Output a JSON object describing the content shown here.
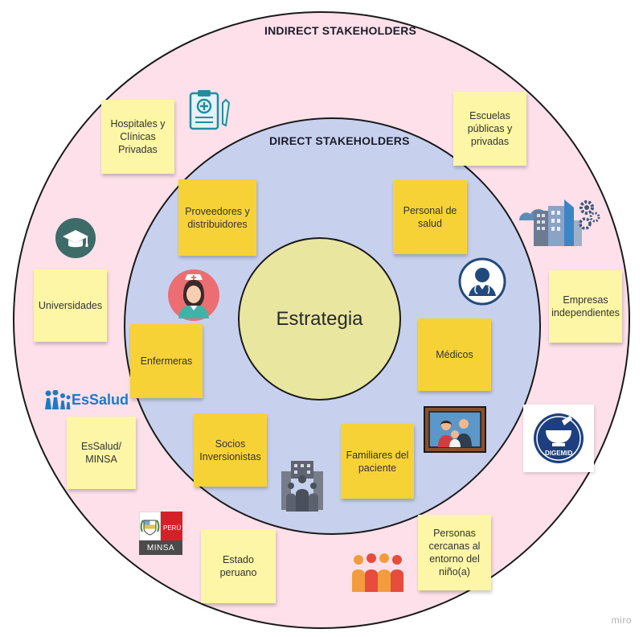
{
  "rings": {
    "indirect_title": "INDIRECT STAKEHOLDERS",
    "direct_title": "DIRECT STAKEHOLDERS",
    "center_label": "Estrategia"
  },
  "indirect_notes": {
    "hospitales": "Hospitales y Clínicas Privadas",
    "escuelas": "Escuelas públicas y privadas",
    "universidades": "Universidades",
    "empresas": "Empresas independientes",
    "essalud_minsa": "EsSalud/ MINSA",
    "estado": "Estado peruano",
    "personas": "Personas cercanas al entorno del niño(a)"
  },
  "direct_notes": {
    "proveedores": "Proveedores y distribuidores",
    "personal_salud": "Personal de salud",
    "enfermeras": "Enfermeras",
    "medicos": "Médicos",
    "socios": "Socios Inversionistas",
    "familiares": "Familiares del paciente"
  },
  "logos": {
    "essalud": "EsSalud",
    "peru": "PERÚ",
    "minsa": "MINSA",
    "digemid": "DIGEMID"
  },
  "watermark": "miro",
  "colors": {
    "outer_ring": "#fde0e9",
    "middle_ring": "#c7d1ee",
    "center": "#e9e6a0",
    "sticky_light": "#fdf6a6",
    "sticky_gold": "#f7d237"
  },
  "icons": [
    "clipboard-medical-icon",
    "graduation-cap-icon",
    "city-buildings-gear-icon",
    "nurse-icon",
    "doctor-icon",
    "family-portrait-icon",
    "business-people-icon",
    "people-group-icon"
  ]
}
